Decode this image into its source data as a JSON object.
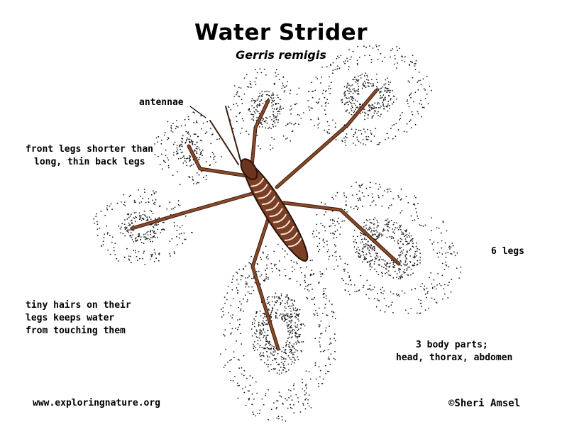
{
  "title": "Water Strider",
  "subtitle": "Gerris remigis",
  "labels": {
    "antennae": "antennae",
    "front_legs": [
      "front legs shorter than",
      "long, thin back legs"
    ],
    "six_legs": "6 legs",
    "tiny_hairs": [
      "tiny hairs on their",
      "legs keeps water",
      "from touching them"
    ],
    "body_parts": [
      "3 body parts;",
      "head, thorax, abdomen"
    ]
  },
  "footer": {
    "website": "www.exploringnature.org",
    "copyright": "©Sheri Amsel"
  },
  "colors": {
    "body": "#7a3f24",
    "body_dark": "#3b1a0c",
    "stipple": "#1a1a1a"
  }
}
